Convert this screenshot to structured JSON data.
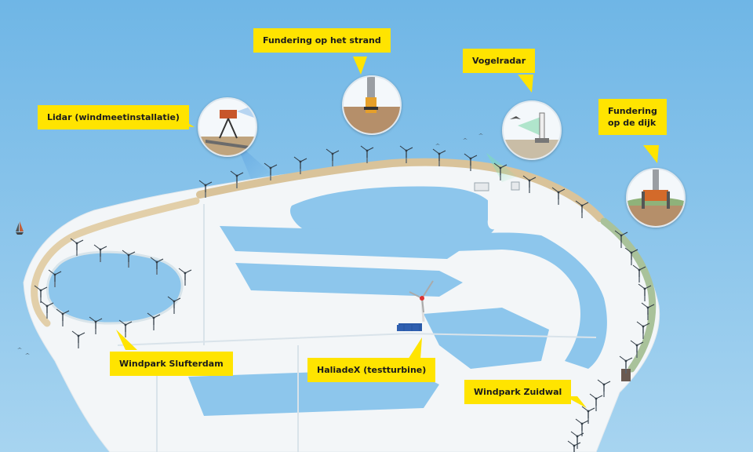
{
  "labels": {
    "lidar": "Lidar (windmeetinstallatie)",
    "fundering_strand": "Fundering op het strand",
    "vogelradar": "Vogelradar",
    "fundering_dijk_line1": "Fundering",
    "fundering_dijk_line2": "op de dijk",
    "slufterdam": "Windpark Slufterdam",
    "haliadex": "HaliadeX (testturbine)",
    "zuidwal": "Windpark Zuidwal"
  },
  "colors": {
    "sea": "#8dc6ec",
    "land": "#f3f6f8",
    "beach": "#d9c39a",
    "dike": "#a9c29a",
    "label": "#ffe400"
  },
  "icons": [
    "wind-turbine-icon",
    "lidar-icon",
    "foundation-icon",
    "bird-radar-icon",
    "sailboat-icon",
    "bird-icon"
  ]
}
